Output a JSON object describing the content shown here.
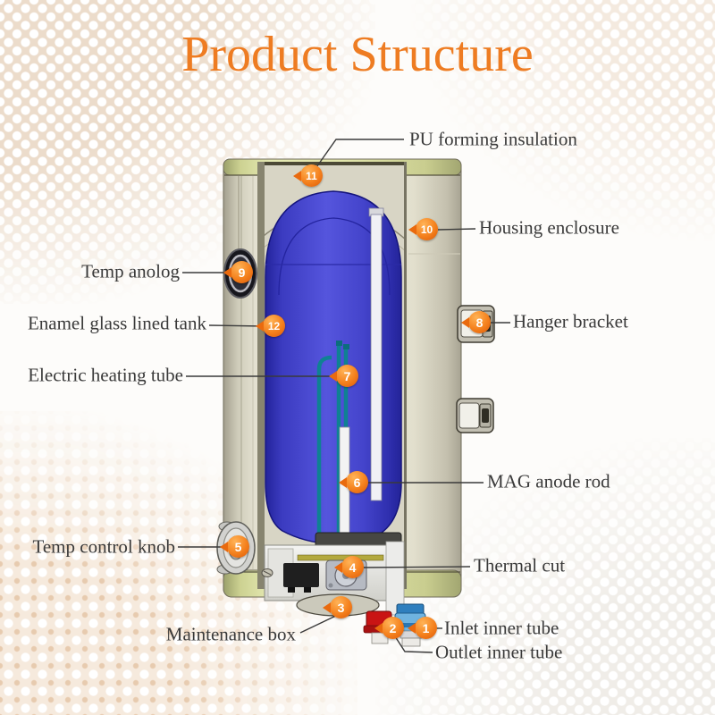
{
  "title": "Product Structure",
  "callouts": [
    {
      "num": "1",
      "label": "Inlet inner tube"
    },
    {
      "num": "2",
      "label": "Outlet inner tube"
    },
    {
      "num": "3",
      "label": "Maintenance box"
    },
    {
      "num": "4",
      "label": "Thermal cut"
    },
    {
      "num": "5",
      "label": "Temp control knob"
    },
    {
      "num": "6",
      "label": "MAG anode rod"
    },
    {
      "num": "7",
      "label": "Electric heating tube"
    },
    {
      "num": "8",
      "label": "Hanger bracket"
    },
    {
      "num": "9",
      "label": "Temp anolog"
    },
    {
      "num": "10",
      "label": "Housing enclosure"
    },
    {
      "num": "11",
      "label": "PU forming insulation"
    },
    {
      "num": "12",
      "label": "Enamel glass lined tank"
    }
  ],
  "colors": {
    "title_orange": "#ee7c22",
    "marker_orange": "#f5831f",
    "label_text": "#3a3a3a",
    "tank_blue": "#4c4cd4",
    "housing_cream": "#ebe8d8",
    "band_yellow": "#e2e6ac",
    "heating_tube_teal": "#0f8193",
    "inlet_fitting_blue": "#6fb3e0",
    "outlet_fitting_red": "#c91414",
    "background_dot_beige": "#ecdccb"
  }
}
